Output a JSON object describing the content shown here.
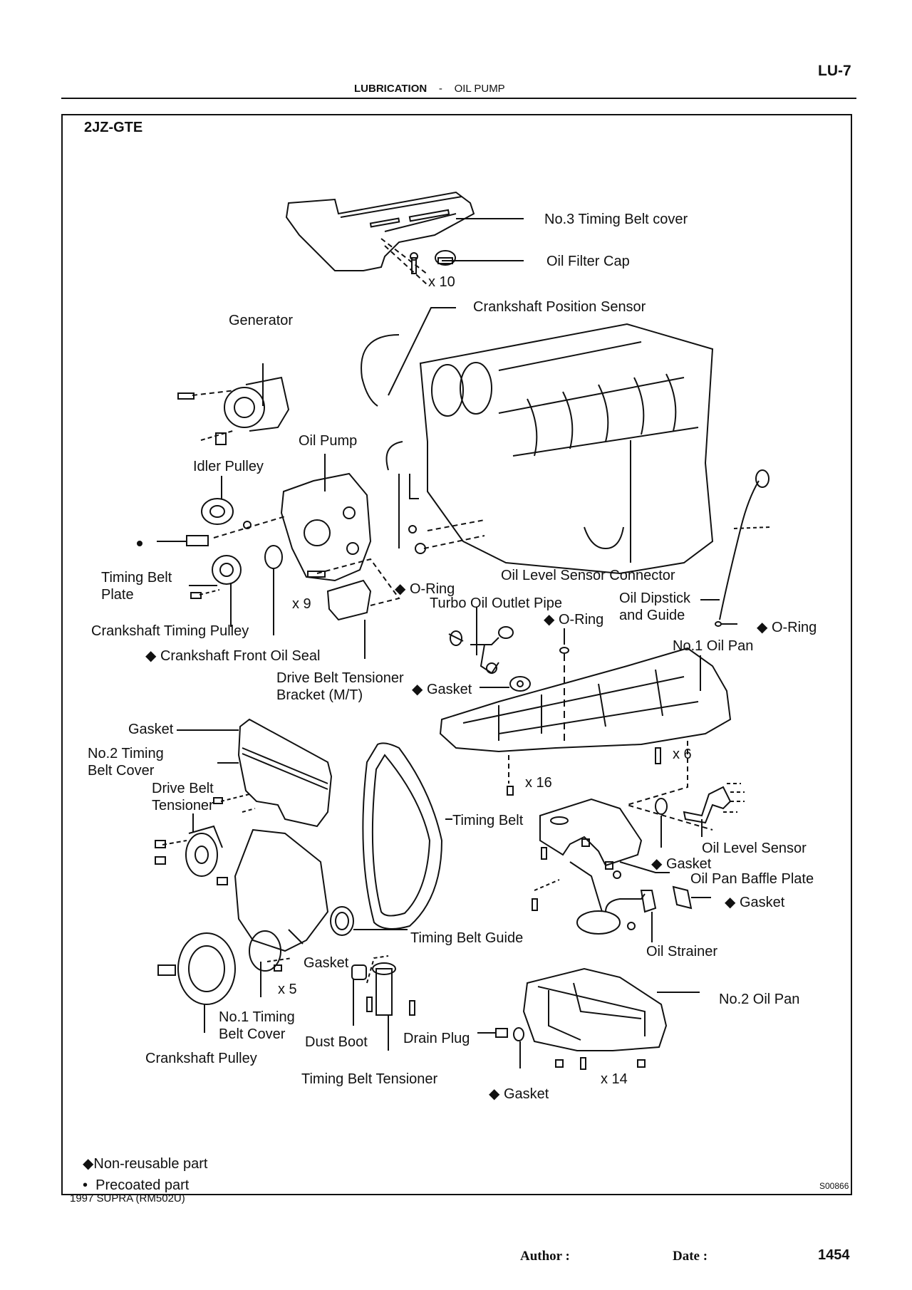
{
  "header": {
    "page_code": "LU-7",
    "section": "LUBRICATION",
    "separator": "-",
    "subsection": "OIL PUMP"
  },
  "figure": {
    "engine_code": "2JZ-GTE",
    "figure_id": "S00866",
    "symbols": {
      "non_reusable": "◆",
      "precoated": "•"
    },
    "labels": {
      "no3_timing_belt_cover": "No.3 Timing Belt cover",
      "oil_filter_cap": "Oil Filter Cap",
      "qty_x10": "x 10",
      "crankshaft_position_sensor": "Crankshaft Position Sensor",
      "generator": "Generator",
      "oil_pump": "Oil Pump",
      "idler_pulley": "Idler Pulley",
      "timing_belt_plate_1": "Timing Belt",
      "timing_belt_plate_2": "Plate",
      "qty_x9": "x 9",
      "oring_1": "O-Ring",
      "oil_level_sensor_connector": "Oil Level Sensor Connector",
      "turbo_oil_outlet_pipe": "Turbo Oil Outlet Pipe",
      "oil_dipstick_1": "Oil Dipstick",
      "oil_dipstick_2": "and Guide",
      "oring_2": "O-Ring",
      "oring_3": "O-Ring",
      "crankshaft_timing_pulley": "Crankshaft Timing Pulley",
      "no1_oil_pan": "No.1 Oil Pan",
      "crankshaft_front_oil_seal": "Crankshaft Front Oil Seal",
      "drive_belt_tensioner_bracket_1": "Drive Belt Tensioner",
      "drive_belt_tensioner_bracket_2": "Bracket (M/T)",
      "gasket_turbo": "Gasket",
      "gasket_cover": "Gasket",
      "no2_timing_belt_cover_1": "No.2 Timing",
      "no2_timing_belt_cover_2": "Belt Cover",
      "qty_x6": "x 6",
      "drive_belt_tensioner_1": "Drive Belt",
      "drive_belt_tensioner_2": "Tensioner",
      "qty_x16": "x 16",
      "timing_belt": "Timing Belt",
      "oil_level_sensor": "Oil Level Sensor",
      "gasket_sensor": "Gasket",
      "oil_pan_baffle_plate": "Oil Pan Baffle Plate",
      "gasket_strainer": "Gasket",
      "timing_belt_guide": "Timing Belt Guide",
      "oil_strainer": "Oil Strainer",
      "gasket_no1_cover": "Gasket",
      "qty_x5": "x 5",
      "no2_oil_pan": "No.2 Oil Pan",
      "no1_timing_belt_cover_1": "No.1 Timing",
      "no1_timing_belt_cover_2": "Belt Cover",
      "dust_boot": "Dust Boot",
      "drain_plug": "Drain Plug",
      "crankshaft_pulley": "Crankshaft Pulley",
      "timing_belt_tensioner": "Timing Belt Tensioner",
      "qty_x14": "x 14",
      "gasket_drain": "Gasket"
    },
    "legend": {
      "non_reusable_part": "Non-reusable  part",
      "precoated_part": "Precoated part"
    }
  },
  "footer": {
    "model": "1997 SUPRA   (RM502U)",
    "author_label": "Author :",
    "date_label": "Date :",
    "page_number": "1454"
  }
}
